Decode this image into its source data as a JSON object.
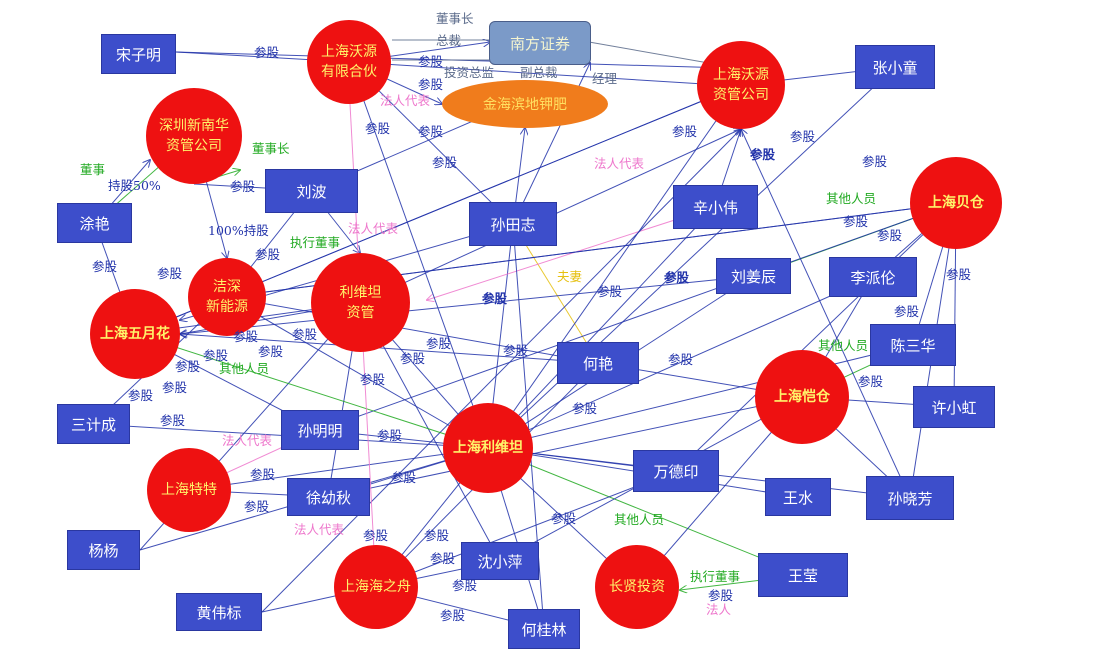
{
  "colors": {
    "edge_blue": "#2233aa",
    "edge_green": "#22aa22",
    "edge_pink": "#ee77cc",
    "edge_yellow": "#e6c010",
    "person_fill": "#3d4ecb",
    "company_fill": "#ee1111"
  },
  "persons": [
    {
      "id": "songzm",
      "label": "宋子明"
    },
    {
      "id": "tuyan",
      "label": "涂艳"
    },
    {
      "id": "liubo",
      "label": "刘波"
    },
    {
      "id": "suntz",
      "label": "孙田志"
    },
    {
      "id": "xinxw",
      "label": "辛小伟"
    },
    {
      "id": "liujc",
      "label": "刘姜辰"
    },
    {
      "id": "lipl",
      "label": "李派伦"
    },
    {
      "id": "zhangxt",
      "label": "张小童"
    },
    {
      "id": "chensh",
      "label": "陈三华"
    },
    {
      "id": "xuxh",
      "label": "许小虹"
    },
    {
      "id": "sunxf",
      "label": "孙晓芳"
    },
    {
      "id": "wangshui",
      "label": "王水"
    },
    {
      "id": "wangying",
      "label": "王莹"
    },
    {
      "id": "wandy",
      "label": "万德印"
    },
    {
      "id": "heyan",
      "label": "何艳"
    },
    {
      "id": "sunmm",
      "label": "孙明明"
    },
    {
      "id": "xuyq",
      "label": "徐幼秋"
    },
    {
      "id": "sanjc",
      "label": "三计成"
    },
    {
      "id": "yangyang",
      "label": "杨杨"
    },
    {
      "id": "huangwb",
      "label": "黄伟标"
    },
    {
      "id": "shenxp",
      "label": "沈小萍"
    },
    {
      "id": "heguilin",
      "label": "何桂林"
    }
  ],
  "companies": [
    {
      "id": "wyhh",
      "lines": [
        "上海沃源",
        "有限合伙"
      ]
    },
    {
      "id": "wyzg",
      "lines": [
        "上海沃源",
        "资管公司"
      ]
    },
    {
      "id": "szxn",
      "lines": [
        "深圳新南华",
        "资管公司"
      ]
    },
    {
      "id": "jsny",
      "lines": [
        "洁深",
        "新能源"
      ]
    },
    {
      "id": "lwtzg",
      "lines": [
        "利维坦",
        "资管"
      ]
    },
    {
      "id": "shwyh",
      "lines": [
        "上海五月花"
      ]
    },
    {
      "id": "shbc",
      "lines": [
        "上海贝仓"
      ]
    },
    {
      "id": "shkc",
      "lines": [
        "上海恺仓"
      ]
    },
    {
      "id": "shlwt",
      "lines": [
        "上海利维坦"
      ]
    },
    {
      "id": "shtt",
      "lines": [
        "上海特特"
      ]
    },
    {
      "id": "shhzz",
      "lines": [
        "上海海之舟"
      ]
    },
    {
      "id": "cxtz",
      "lines": [
        "长贤投资"
      ]
    }
  ],
  "special": {
    "nfzq": "南方证券",
    "lhbd": "金海滨地钾肥"
  },
  "edge_labels": [
    {
      "id": "l1",
      "text": "参股",
      "color": "blue"
    },
    {
      "id": "l2",
      "text": "董事长",
      "color": "gray"
    },
    {
      "id": "l3",
      "text": "总裁",
      "color": "gray"
    },
    {
      "id": "l4",
      "text": "参股",
      "color": "blue"
    },
    {
      "id": "l5",
      "text": "参股",
      "color": "blue"
    },
    {
      "id": "l6",
      "text": "投资总监",
      "color": "gray"
    },
    {
      "id": "l7",
      "text": "副总裁",
      "color": "gray"
    },
    {
      "id": "l8",
      "text": "经理",
      "color": "gray"
    },
    {
      "id": "l9",
      "text": "法人代表",
      "color": "pink"
    },
    {
      "id": "l10",
      "text": "参股",
      "color": "blue"
    },
    {
      "id": "l11",
      "text": "参股",
      "color": "blue"
    },
    {
      "id": "l12",
      "text": "董事",
      "color": "green"
    },
    {
      "id": "l13",
      "text": "董事长",
      "color": "green"
    },
    {
      "id": "l14",
      "text": "持股50%",
      "color": "blue"
    },
    {
      "id": "l15",
      "text": "参股",
      "color": "blue"
    },
    {
      "id": "l16",
      "text": "参股",
      "color": "blue"
    },
    {
      "id": "l17",
      "text": "法人代表",
      "color": "pink"
    },
    {
      "id": "l18",
      "text": "参股",
      "color": "blue"
    },
    {
      "id": "l19",
      "text": "参股",
      "color": "blue"
    },
    {
      "id": "l20",
      "text": "参股",
      "color": "blue"
    },
    {
      "id": "l21",
      "text": "参股",
      "color": "blue"
    },
    {
      "id": "l22",
      "text": "其他人员",
      "color": "green"
    },
    {
      "id": "l23",
      "text": "参股",
      "color": "blue"
    },
    {
      "id": "l24",
      "text": "100%持股",
      "color": "blue"
    },
    {
      "id": "l25",
      "text": "执行董事",
      "color": "green"
    },
    {
      "id": "l26",
      "text": "法人代表",
      "color": "pink"
    },
    {
      "id": "l27",
      "text": "参股",
      "color": "blue"
    },
    {
      "id": "l28",
      "text": "参股",
      "color": "blue"
    },
    {
      "id": "l29",
      "text": "参股",
      "color": "blue"
    },
    {
      "id": "l30",
      "text": "参股",
      "color": "blue"
    },
    {
      "id": "l31",
      "text": "夫妻",
      "color": "yellow"
    },
    {
      "id": "l32",
      "text": "参股",
      "color": "blue"
    },
    {
      "id": "l33",
      "text": "参股",
      "color": "blue"
    },
    {
      "id": "l34",
      "text": "参股",
      "color": "blue"
    },
    {
      "id": "l35",
      "text": "参股",
      "color": "blue"
    },
    {
      "id": "l36",
      "text": "参股",
      "color": "blue"
    },
    {
      "id": "l37",
      "text": "参股",
      "color": "blue"
    },
    {
      "id": "l38",
      "text": "参股",
      "color": "blue"
    },
    {
      "id": "l39",
      "text": "参股",
      "color": "blue"
    },
    {
      "id": "l40",
      "text": "参股",
      "color": "blue"
    },
    {
      "id": "l41",
      "text": "参股",
      "color": "blue"
    },
    {
      "id": "l42",
      "text": "其他人员",
      "color": "green"
    },
    {
      "id": "l43",
      "text": "参股",
      "color": "blue"
    },
    {
      "id": "l44",
      "text": "参股",
      "color": "blue"
    },
    {
      "id": "l45",
      "text": "参股",
      "color": "blue"
    },
    {
      "id": "l46",
      "text": "参股",
      "color": "blue"
    },
    {
      "id": "l47",
      "text": "其他人员",
      "color": "green"
    },
    {
      "id": "l48",
      "text": "参股",
      "color": "blue"
    },
    {
      "id": "l49",
      "text": "参股",
      "color": "blue"
    },
    {
      "id": "l50",
      "text": "参股",
      "color": "blue"
    },
    {
      "id": "l51",
      "text": "参股",
      "color": "blue"
    },
    {
      "id": "l52",
      "text": "法人代表",
      "color": "pink"
    },
    {
      "id": "l53",
      "text": "参股",
      "color": "blue"
    },
    {
      "id": "l54",
      "text": "参股",
      "color": "blue"
    },
    {
      "id": "l55",
      "text": "参股",
      "color": "blue"
    },
    {
      "id": "l56",
      "text": "参股",
      "color": "blue"
    },
    {
      "id": "l57",
      "text": "参股",
      "color": "blue"
    },
    {
      "id": "l58",
      "text": "法人代表",
      "color": "pink"
    },
    {
      "id": "l59",
      "text": "参股",
      "color": "blue"
    },
    {
      "id": "l60",
      "text": "参股",
      "color": "blue"
    },
    {
      "id": "l61",
      "text": "参股",
      "color": "blue"
    },
    {
      "id": "l62",
      "text": "参股",
      "color": "blue"
    },
    {
      "id": "l63",
      "text": "其他人员",
      "color": "green"
    },
    {
      "id": "l64",
      "text": "执行董事",
      "color": "green"
    },
    {
      "id": "l65",
      "text": "参股",
      "color": "blue"
    },
    {
      "id": "l66",
      "text": "法人",
      "color": "pink"
    },
    {
      "id": "l67",
      "text": "参股",
      "color": "blue"
    },
    {
      "id": "l68",
      "text": "参股",
      "color": "blue"
    },
    {
      "id": "l69",
      "text": "参股",
      "color": "blue"
    }
  ]
}
